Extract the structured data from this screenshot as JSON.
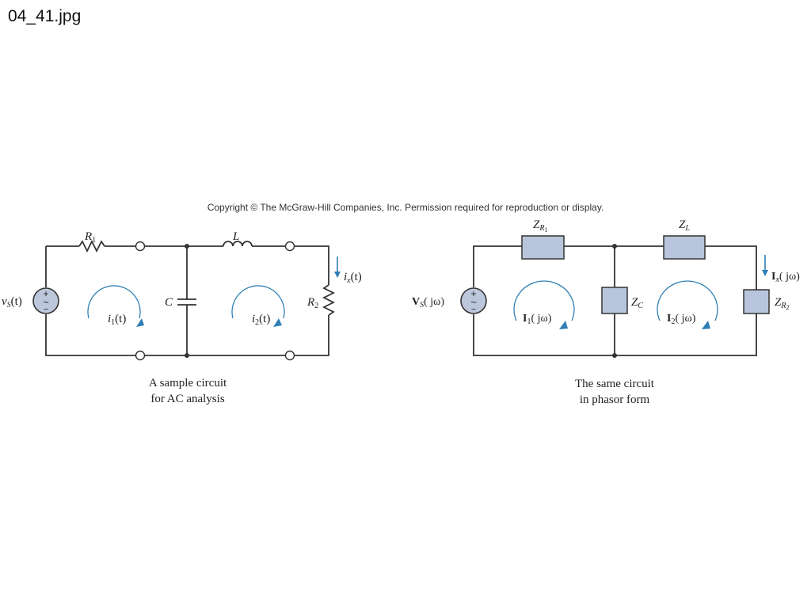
{
  "file_name": "04_41.jpg",
  "copyright": "Copyright © The McGraw-Hill Companies, Inc. Permission required for reproduction or display.",
  "left_circuit": {
    "caption_line1": "A sample circuit",
    "caption_line2": "for AC analysis",
    "r1": {
      "main": "R",
      "sub": "1"
    },
    "l": {
      "main": "L"
    },
    "c": {
      "main": "C"
    },
    "r2": {
      "main": "R",
      "sub": "2"
    },
    "vs": {
      "main": "v",
      "sub": "S",
      "tail": "(t)"
    },
    "i1": {
      "main": "i",
      "sub": "1",
      "tail": "(t)"
    },
    "i2": {
      "main": "i",
      "sub": "2",
      "tail": "(t)"
    },
    "ix": {
      "main": "i",
      "sub": "x",
      "tail": "(t)"
    }
  },
  "right_circuit": {
    "caption_line1": "The same circuit",
    "caption_line2": "in phasor form",
    "zr1": {
      "main": "Z",
      "sub": "R",
      "subsub": "1"
    },
    "zl": {
      "main": "Z",
      "sub": "L"
    },
    "zc": {
      "main": "Z",
      "sub": "C"
    },
    "zr2": {
      "main": "Z",
      "sub": "R",
      "subsub": "2"
    },
    "vs": {
      "main": "V",
      "sub": "S",
      "tail": "( jω)"
    },
    "i1": {
      "main": "I",
      "sub": "1",
      "tail": "( jω)"
    },
    "i2": {
      "main": "I",
      "sub": "2",
      "tail": "( jω)"
    },
    "ix": {
      "main": "I",
      "sub": "x",
      "tail": "( jω)"
    }
  },
  "source_symbol": {
    "plus": "+",
    "tilde": "~",
    "minus": "−"
  },
  "colors": {
    "loop_arrow": "#2f7fb5",
    "impedance_box": "#b9c5dc",
    "wire": "#333333"
  }
}
